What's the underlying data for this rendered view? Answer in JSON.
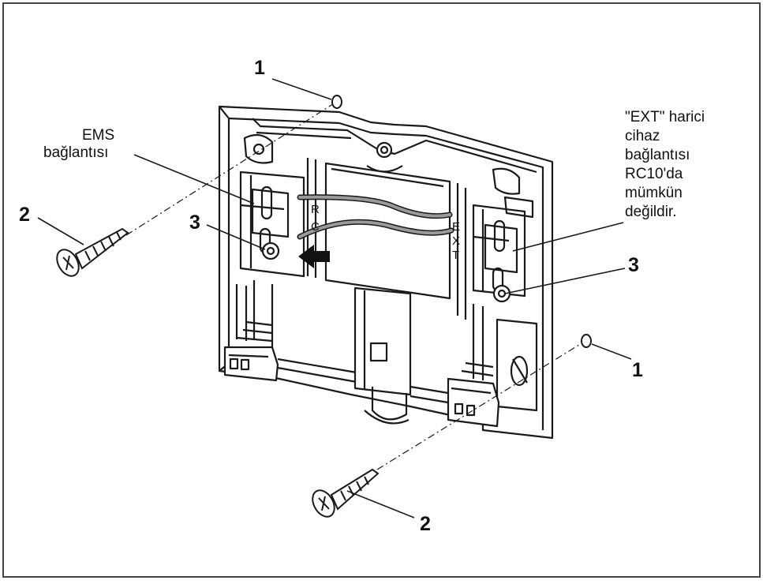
{
  "callouts": {
    "c1_top": "1",
    "c1_right": "1",
    "c2_left": "2",
    "c2_bottom": "2",
    "c3_left": "3",
    "c3_right": "3"
  },
  "labels": {
    "ems": [
      "EMS",
      "bağlantısı"
    ],
    "ext": [
      "\"EXT\" harici",
      "cihaz",
      "bağlantısı",
      "RC10'da",
      "mümkün",
      "değildir."
    ]
  },
  "plate_letters": {
    "rc": [
      "R",
      "C"
    ],
    "ext": [
      "E",
      "X",
      "T"
    ]
  },
  "colors": {
    "line": "#1a1a1a",
    "wire": "#9a9a9a",
    "background": "#ffffff",
    "frame": "#444444"
  }
}
